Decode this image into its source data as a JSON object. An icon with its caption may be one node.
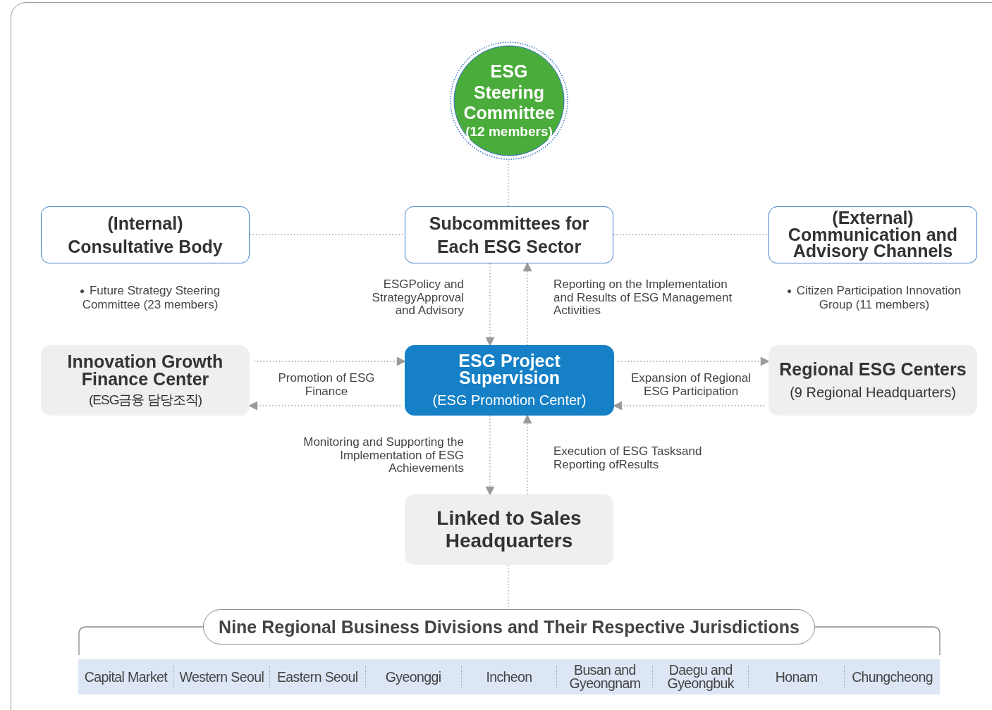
{
  "diagram": {
    "nodes": [
      {
        "text": [
          "ESG Steering Committee",
          "(12 members)"
        ]
      },
      {
        "text": [
          "(Internal) Consultative Body"
        ],
        "beside": [
          "Future Strategy Steering Committee (23 members)"
        ]
      },
      {
        "text": [
          "Subcommittees for Each ESG Sector"
        ]
      },
      {
        "text": [
          "(External) Communication and Advisory Channels"
        ],
        "beside": [
          "Citizen Participation Innovation Group (11 members)"
        ]
      },
      {
        "text": [
          "Innovation Growth Finance Center",
          "(ESG금융 담당조직)"
        ]
      },
      {
        "text": [
          "ESG Project Supervision",
          "(ESG Promotion Center)"
        ]
      },
      {
        "text": [
          "Regional ESG Centers",
          "(9 Regional Headquarters)"
        ]
      },
      {
        "text": [
          "Linked to Sales Headquarters"
        ]
      },
      {
        "text": [
          "Nine Regional Business Divisions and Their Respective Jurisdictions"
        ]
      }
    ],
    "edges": [
      {
        "from": 0,
        "to": 2,
        "arrow": "none"
      },
      {
        "from": 1,
        "to": 2,
        "arrow": "none"
      },
      {
        "from": 2,
        "to": 3,
        "arrow": "none"
      },
      {
        "from": 2,
        "to": 5,
        "arrow": "to",
        "label": "ESGPolicy and StrategyApproval and Advisory"
      },
      {
        "from": 5,
        "to": 2,
        "arrow": "to",
        "label": "Reporting on the Implementation and Results of ESG Management Activities"
      },
      {
        "from": 4,
        "to": 5,
        "arrow": "to",
        "label": "Promotion of ESG Finance"
      },
      {
        "from": 5,
        "to": 4,
        "arrow": "to"
      },
      {
        "from": 5,
        "to": 6,
        "arrow": "to",
        "label": "Expansion of Regional ESG Participation"
      },
      {
        "from": 6,
        "to": 5,
        "arrow": "to"
      },
      {
        "from": 5,
        "to": 7,
        "arrow": "to",
        "label": "Monitoring and Supporting the Implementation of ESG Achievements"
      },
      {
        "from": 7,
        "to": 5,
        "arrow": "to",
        "label": "Execution of ESG Tasksand Reporting ofResults"
      },
      {
        "from": 7,
        "to": 8,
        "arrow": "none"
      }
    ],
    "labels": [
      "Capital Market",
      "Western Seoul",
      "Eastern Seoul",
      "Gyeonggi",
      "Incheon",
      "Busan and Gyeongnam",
      "Daegu and Gyeongbuk",
      "Honam",
      "Chungcheong"
    ]
  }
}
